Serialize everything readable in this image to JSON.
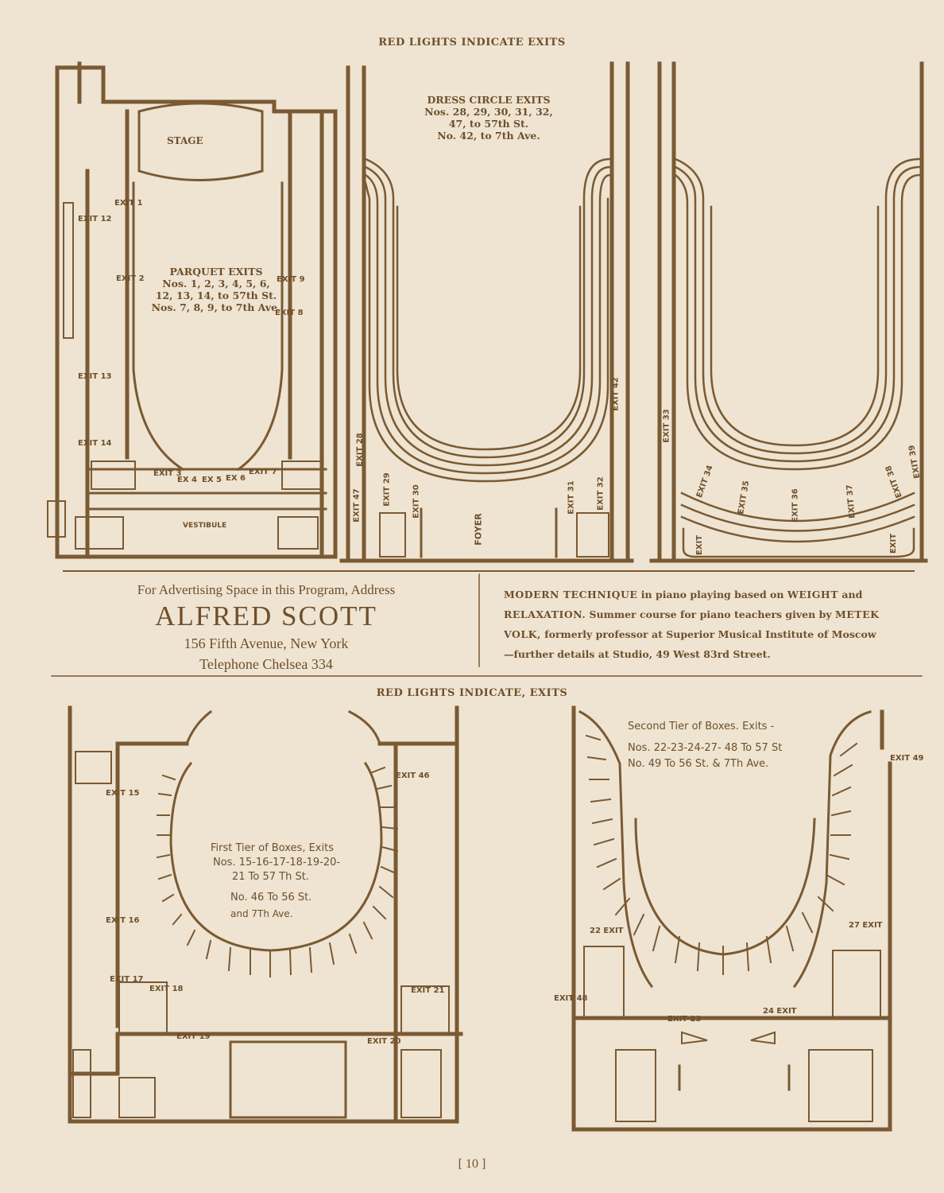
{
  "header_top": "RED LIGHTS INDICATE EXITS",
  "header_bottom": "RED LIGHTS INDICATE, EXITS",
  "plan_parquet": {
    "stage": "STAGE",
    "vestibule": "VESTIBULE",
    "title": "PARQUET EXITS",
    "line1": "Nos. 1, 2, 3, 4, 5, 6,",
    "line2": "12, 13, 14, to 57th St.",
    "line3": "Nos. 7, 8, 9, to 7th Ave.",
    "exits": [
      "EXIT 1",
      "EXIT 2",
      "EXIT 9",
      "EXIT 8",
      "EXIT 12",
      "EXIT 13",
      "EXIT 14",
      "EXIT 3",
      "EX 4",
      "EX 5",
      "EX 6",
      "EXIT 7"
    ]
  },
  "plan_dress_circle": {
    "title": "DRESS CIRCLE EXITS",
    "line1": "Nos. 28, 29, 30, 31, 32,",
    "line2": "47, to 57th St.",
    "line3": "No. 42, to 7th Ave.",
    "foyer": "FOYER",
    "exits": [
      "EXIT 28",
      "EXIT 42",
      "EXIT 47",
      "EXIT 29",
      "EXIT 30",
      "EXIT 31",
      "EXIT 32"
    ]
  },
  "plan_balcony": {
    "exits": [
      "EXIT 33",
      "EXIT 34",
      "EXIT 35",
      "EXIT 36",
      "EXIT 37",
      "EXIT 38",
      "EXIT 39",
      "EXIT",
      "EXIT"
    ]
  },
  "ad_left": {
    "line1": "For Advertising Space in this Program, Address",
    "name": "ALFRED SCOTT",
    "address": "156 Fifth Avenue, New York",
    "phone": "Telephone Chelsea 334"
  },
  "ad_right": {
    "b1": "MODERN TECHNIQUE",
    "t1": " in piano playing based on ",
    "b2": "WEIGHT",
    "t2": " and",
    "b3": "RELAXATION.",
    "t3": " Summer course for piano teachers given by ",
    "b4": "METEK",
    "b5": "VOLK,",
    "t4": " formerly professor at Superior Musical Institute of Moscow",
    "t5": "—further details at Studio, 49 West 83rd Street."
  },
  "plan_first_tier": {
    "line1": "First Tier of Boxes, Exits",
    "line2": "Nos. 15-16-17-18-19-20-",
    "line3": "21 To 57 Th St.",
    "line4": "No. 46 To 56 St.",
    "line5": "and 7Th Ave.",
    "exits": [
      "EXIT 15",
      "EXIT 16",
      "EXIT 17",
      "EXIT 18",
      "EXIT 19",
      "EXIT 20",
      "EXIT 21",
      "EXIT 46"
    ]
  },
  "plan_second_tier": {
    "line1": "Second Tier of Boxes. Exits -",
    "line2": "Nos. 22-23-24-27- 48 To 57 St",
    "line3": "No. 49 To 56 St. & 7Th Ave.",
    "exits": [
      "22 EXIT",
      "27 EXIT",
      "EXIT 48",
      "EXIT 23",
      "24 EXIT",
      "EXIT 49"
    ]
  },
  "page_number": "[ 10 ]",
  "colors": {
    "paper": "#efe4d2",
    "ink": "#7a5a33"
  }
}
